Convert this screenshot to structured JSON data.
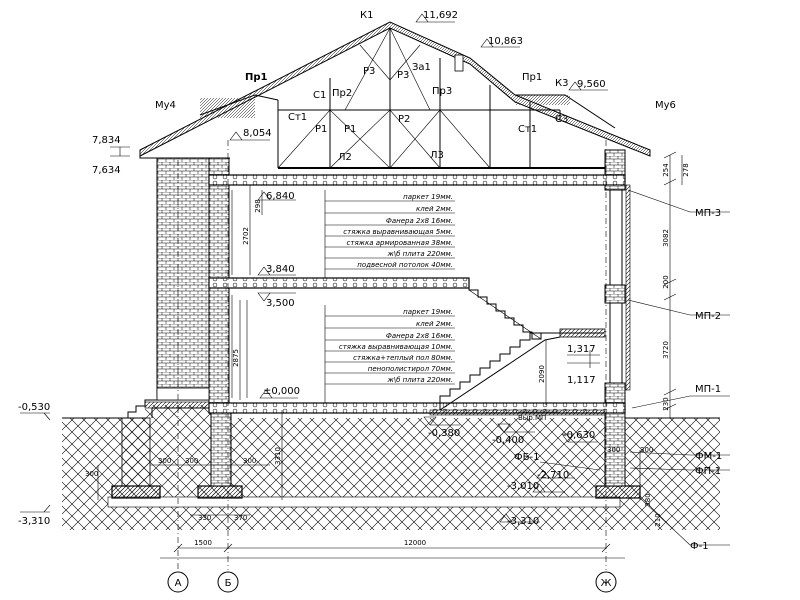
{
  "roof_labels": {
    "k1": "К1",
    "k3": "К3",
    "pr1_left": "Пр1",
    "pr1_right": "Пр1",
    "pr2": "Пр2",
    "pr3": "Пр3",
    "r3_a": "Р3",
    "r3_b": "Р3",
    "za1": "За1",
    "c1": "С1",
    "c3": "С3",
    "st1_left": "Ст1",
    "st1_right": "Ст1",
    "p1_a": "Р1",
    "p1_b": "Р1",
    "p2": "Р2",
    "l2": "Л2",
    "l3": "Л3",
    "mu4": "Му4",
    "mu6": "Му6"
  },
  "elevations": {
    "e11692": "11,692",
    "e10863": "10,863",
    "e9560": "9,560",
    "e8054": "8,054",
    "e7834": "7,834",
    "e7634": "7,634",
    "e6840": "6,840",
    "e3840": "3,840",
    "e3500": "3,500",
    "e0000": "±0,000",
    "em0530": "-0,530",
    "em0380": "-0,380",
    "em0400": "-0,400",
    "em0630": "-0,630",
    "e1317": "1,317",
    "e1117": "1,117",
    "em2710": "-2,710",
    "em3010": "-3,010",
    "em3310_left": "-3,310",
    "em3310_right": "-3,310"
  },
  "floor2_layers": [
    "паркет 19мм.",
    "клей 2мм.",
    "Фанера 2х8 16мм.",
    "стяжка выравнивающая 5мм.",
    "стяжка армированная 38мм.",
    "ж\\б плита 220мм.",
    "подвесной потолок 40мм."
  ],
  "floor1_layers": [
    "паркет 19мм.",
    "клей 2мм.",
    "Фанера 2х8 16мм.",
    "стяжка выравнивающая 10мм.",
    "стяжка+теплый пол 80мм.",
    "пенополистирол 70мм.",
    "ж\\б плита 220мм."
  ],
  "node_labels": {
    "mp3": "МП-3",
    "mp2": "МП-2",
    "mp1": "МП-1",
    "fm1": "ФМ-1",
    "fp1": "ФП-1",
    "fb1": "ФБ-1",
    "f1": "Ф-1",
    "vyrmp": "Выр.МП"
  },
  "dims": {
    "d254": "254",
    "d278": "278",
    "d3082": "3082",
    "d200": "200",
    "d3720": "3720",
    "d230": "230",
    "d298": "298",
    "d2702": "2702",
    "d2875": "2875",
    "d3310": "3310",
    "d2090": "2090",
    "d300_a": "300",
    "d300_b": "300",
    "d300_c": "300",
    "d300_d": "300",
    "d300_e": "300",
    "d300_f": "300",
    "d330": "330",
    "d370": "370",
    "d1500": "1500",
    "d12000": "12000",
    "d380": "380",
    "d210": "210"
  },
  "axes": {
    "a": "А",
    "b": "Б",
    "zh": "Ж"
  }
}
